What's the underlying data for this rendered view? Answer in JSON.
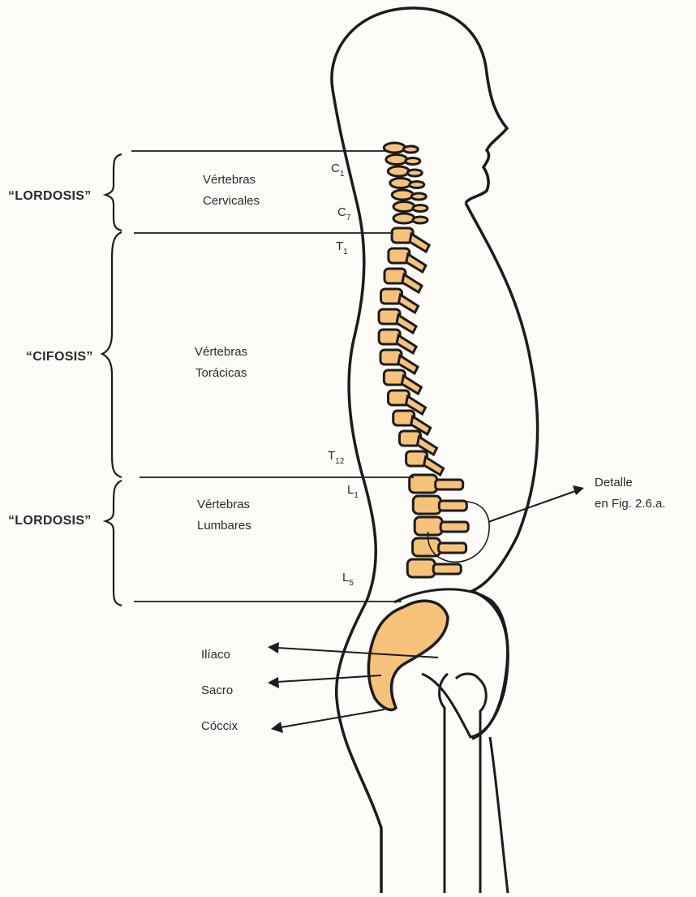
{
  "curvatures": {
    "cervical": "“LORDOSIS”",
    "thoracic": "“CIFOSIS”",
    "lumbar": "“LORDOSIS”"
  },
  "regions": {
    "cervical": [
      "Vértebras",
      "Cervicales"
    ],
    "thoracic": [
      "Vértebras",
      "Torácicas"
    ],
    "lumbar": [
      "Vértebras",
      "Lumbares"
    ]
  },
  "vertebra_labels": {
    "c1": {
      "letter": "C",
      "num": "1"
    },
    "c7": {
      "letter": "C",
      "num": "7"
    },
    "t1": {
      "letter": "T",
      "num": "1"
    },
    "t12": {
      "letter": "T",
      "num": "12"
    },
    "l1": {
      "letter": "L",
      "num": "1"
    },
    "l5": {
      "letter": "L",
      "num": "5"
    }
  },
  "pelvis_labels": {
    "iliaco": "Ilíaco",
    "sacro": "Sacro",
    "coccix": "Cóccix"
  },
  "detail": [
    "Detalle",
    "en Fig. 2.6.a."
  ],
  "colors": {
    "bone": "#f6c27a",
    "outline": "#1c1c1c",
    "background": "#fdfcf9"
  }
}
